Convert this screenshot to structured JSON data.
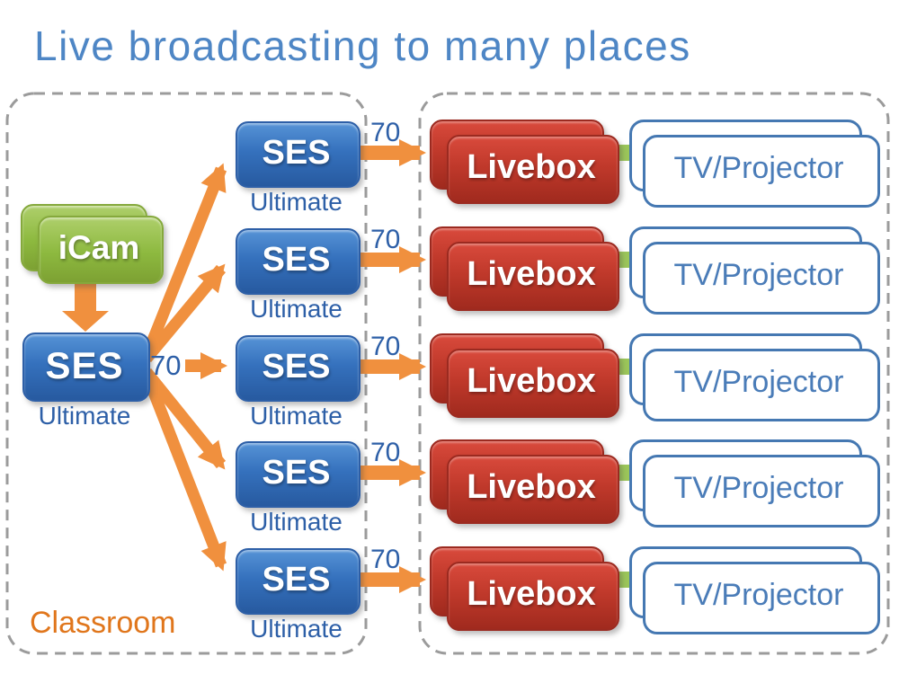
{
  "title": "Live broadcasting to many places",
  "colors": {
    "title_blue": "#4E86C5",
    "label_blue": "#2D5FA7",
    "tv_text_blue": "#4A7CB8",
    "arrow_orange": "#F0903E",
    "classroom_orange": "#E0761C",
    "box_blue": "#3571BD",
    "box_green": "#8DB93F",
    "box_red": "#C0392B",
    "connector_green": "#9BC65A",
    "dashed_border_gray": "#9B9B9B"
  },
  "classroom": {
    "label": "Classroom",
    "camera": {
      "label": "iCam"
    },
    "encoder": {
      "label": "SES",
      "sublabel": "Ultimate",
      "port": "70"
    },
    "relays": [
      {
        "label": "SES",
        "sublabel": "Ultimate",
        "port": "70"
      },
      {
        "label": "SES",
        "sublabel": "Ultimate",
        "port": "70"
      },
      {
        "label": "SES",
        "sublabel": "Ultimate",
        "port": "70"
      },
      {
        "label": "SES",
        "sublabel": "Ultimate",
        "port": "70"
      },
      {
        "label": "SES",
        "sublabel": "Ultimate",
        "port": "70"
      }
    ]
  },
  "destinations": {
    "rows": [
      {
        "receiver": "Livebox",
        "display": "TV/Projector"
      },
      {
        "receiver": "Livebox",
        "display": "TV/Projector"
      },
      {
        "receiver": "Livebox",
        "display": "TV/Projector"
      },
      {
        "receiver": "Livebox",
        "display": "TV/Projector"
      },
      {
        "receiver": "Livebox",
        "display": "TV/Projector"
      }
    ]
  }
}
